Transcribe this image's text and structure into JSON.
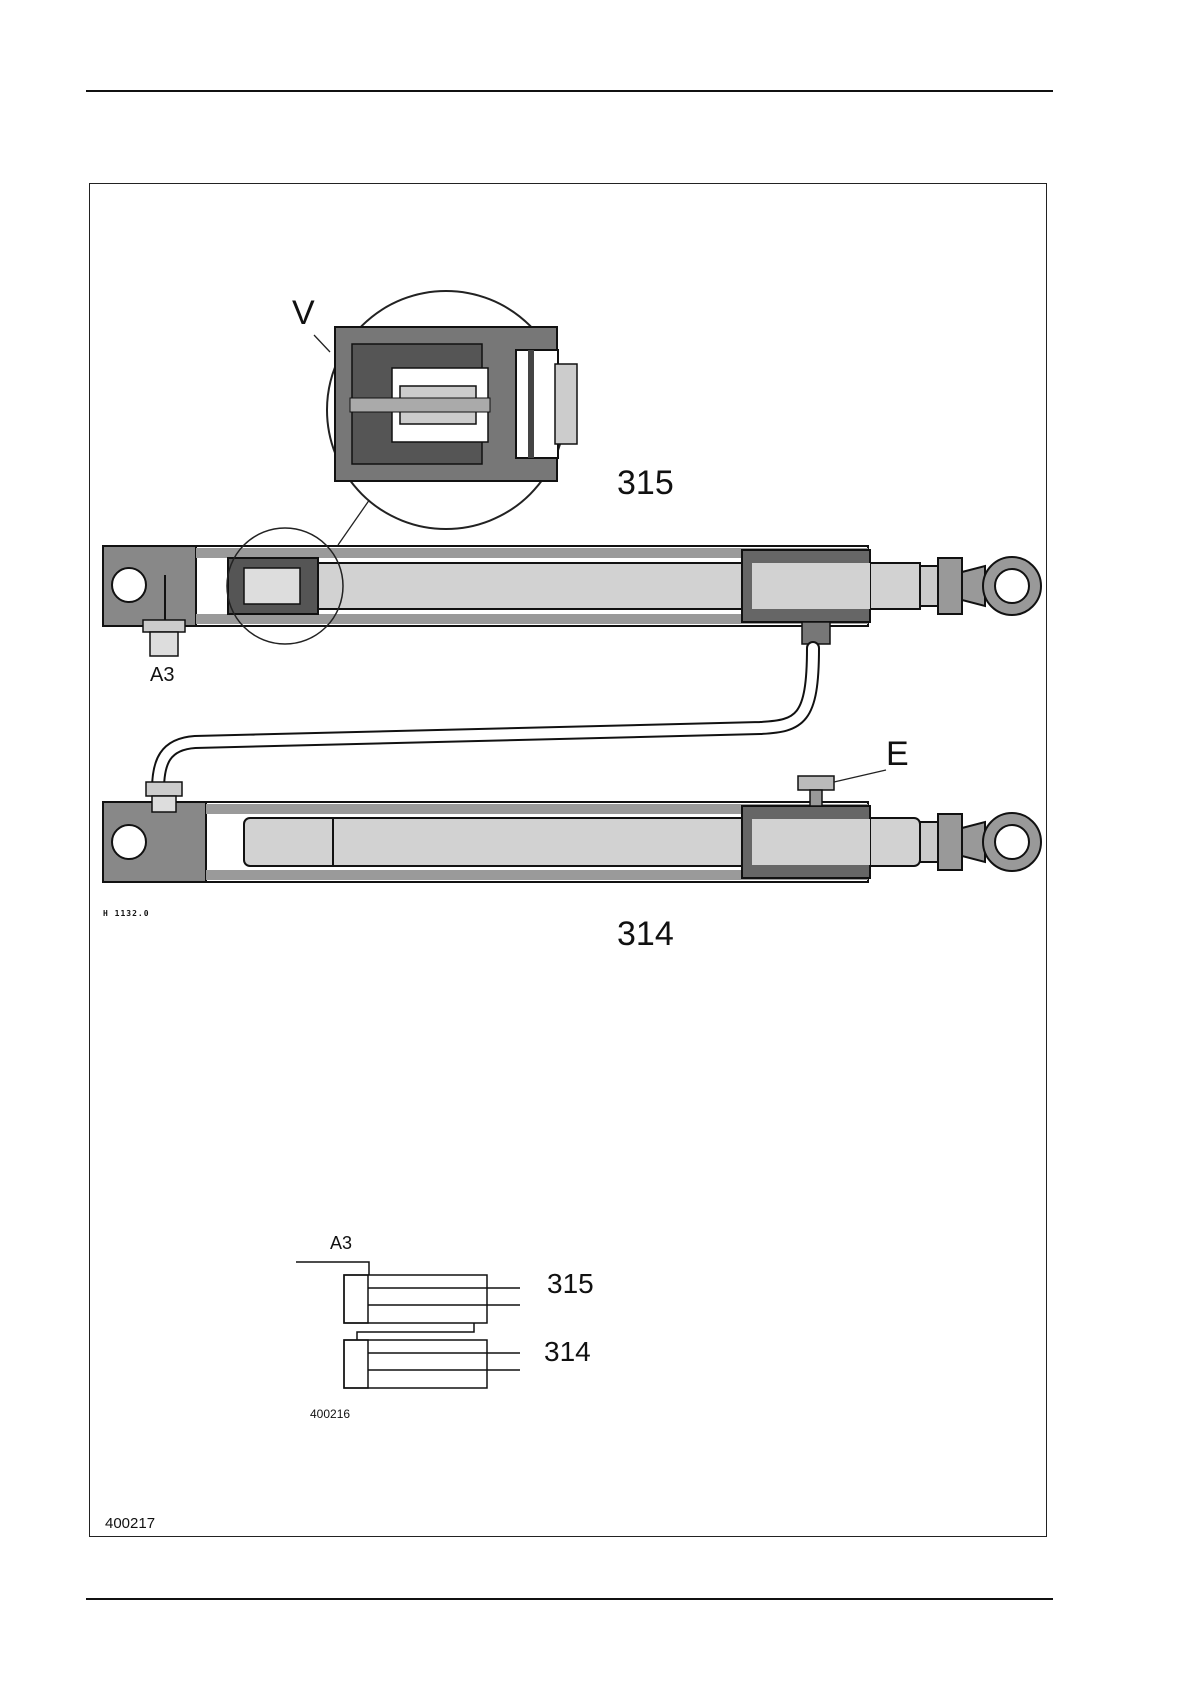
{
  "figure": {
    "labels": {
      "valve": "V",
      "upper_cylinder": "315",
      "lower_cylinder": "314",
      "port_a3": "A3",
      "bleed_e": "E",
      "drawing_code": "H 1132.0",
      "figure_id": "400217"
    },
    "schematic": {
      "port_a3": "A3",
      "upper_cylinder": "315",
      "lower_cylinder": "314",
      "schematic_id": "400216"
    }
  }
}
